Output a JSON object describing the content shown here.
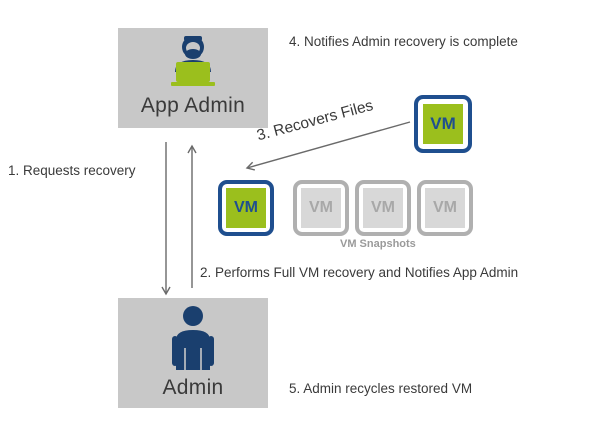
{
  "nodes": {
    "app_admin": {
      "label": "App Admin"
    },
    "admin": {
      "label": "Admin"
    }
  },
  "steps": [
    "1. Requests recovery",
    "2. Performs Full VM recovery and Notifies App Admin",
    "3. Recovers Files",
    "4. Notifies Admin recovery is complete",
    "5. Admin recycles restored VM"
  ],
  "vms": {
    "recovered": "VM",
    "source": "VM",
    "snapshots": [
      "VM",
      "VM",
      "VM"
    ],
    "snapshots_caption": "VM Snapshots"
  },
  "colors": {
    "box_gray": "#c8c8c8",
    "vm_border_blue": "#1f4f8f",
    "vm_fill_green": "#9bbf1d",
    "person_dark_blue": "#1a3f6e",
    "laptop_green": "#9bbf1d",
    "snapshot_gray": "#b0b0b0"
  }
}
